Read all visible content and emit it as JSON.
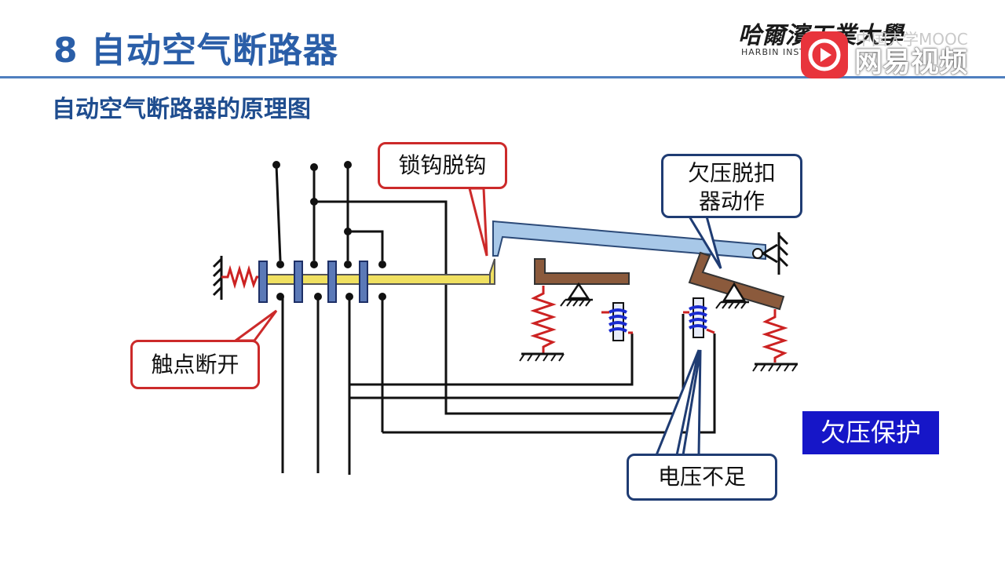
{
  "slide": {
    "title": "8 自动空气断路器",
    "subtitle": "自动空气断路器的原理图"
  },
  "branding": {
    "university_logo": "哈爾濱工業大學",
    "university_sub": "HARBIN INSTITUT",
    "mooc_mark": "中国大学MOOC",
    "watermark": "网易视频",
    "watermark_icon": "play-icon"
  },
  "callouts": {
    "latch_release": "锁钩脱钩",
    "undervoltage_trip": [
      "欠压脱扣",
      "器动作"
    ],
    "contacts_open": "触点断开",
    "voltage_low": "电压不足"
  },
  "tag": "欠压保护",
  "colors": {
    "title": "#2a5ea8",
    "subtitle": "#1f4d8f",
    "rule": "#4f7fbf",
    "red_callout": "#cc2a2a",
    "blue_callout": "#1f3c73",
    "tag_bg": "#1616c8",
    "contact_bar": "#f0e060",
    "lever": "#8b5a3c",
    "spring": "#cc2222",
    "coil": "#1a2bd0",
    "hook_bar": "#a8c8e8"
  }
}
